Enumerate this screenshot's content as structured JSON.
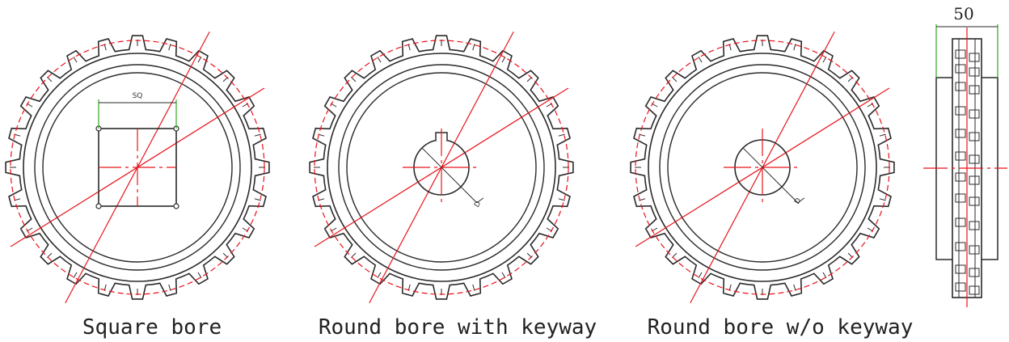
{
  "figures": [
    {
      "id": "square",
      "caption": "Square bore",
      "bore_label": "SQ"
    },
    {
      "id": "keyway",
      "caption": "Round bore with keyway",
      "bore_label": "D"
    },
    {
      "id": "nokeyway",
      "caption": "Round bore w/o keyway",
      "bore_label": "D"
    }
  ],
  "side_view": {
    "width_label": "50"
  },
  "colors": {
    "outline": "#2a2a2a",
    "center_line": "#e8141c",
    "dimension": "#2ea820"
  }
}
